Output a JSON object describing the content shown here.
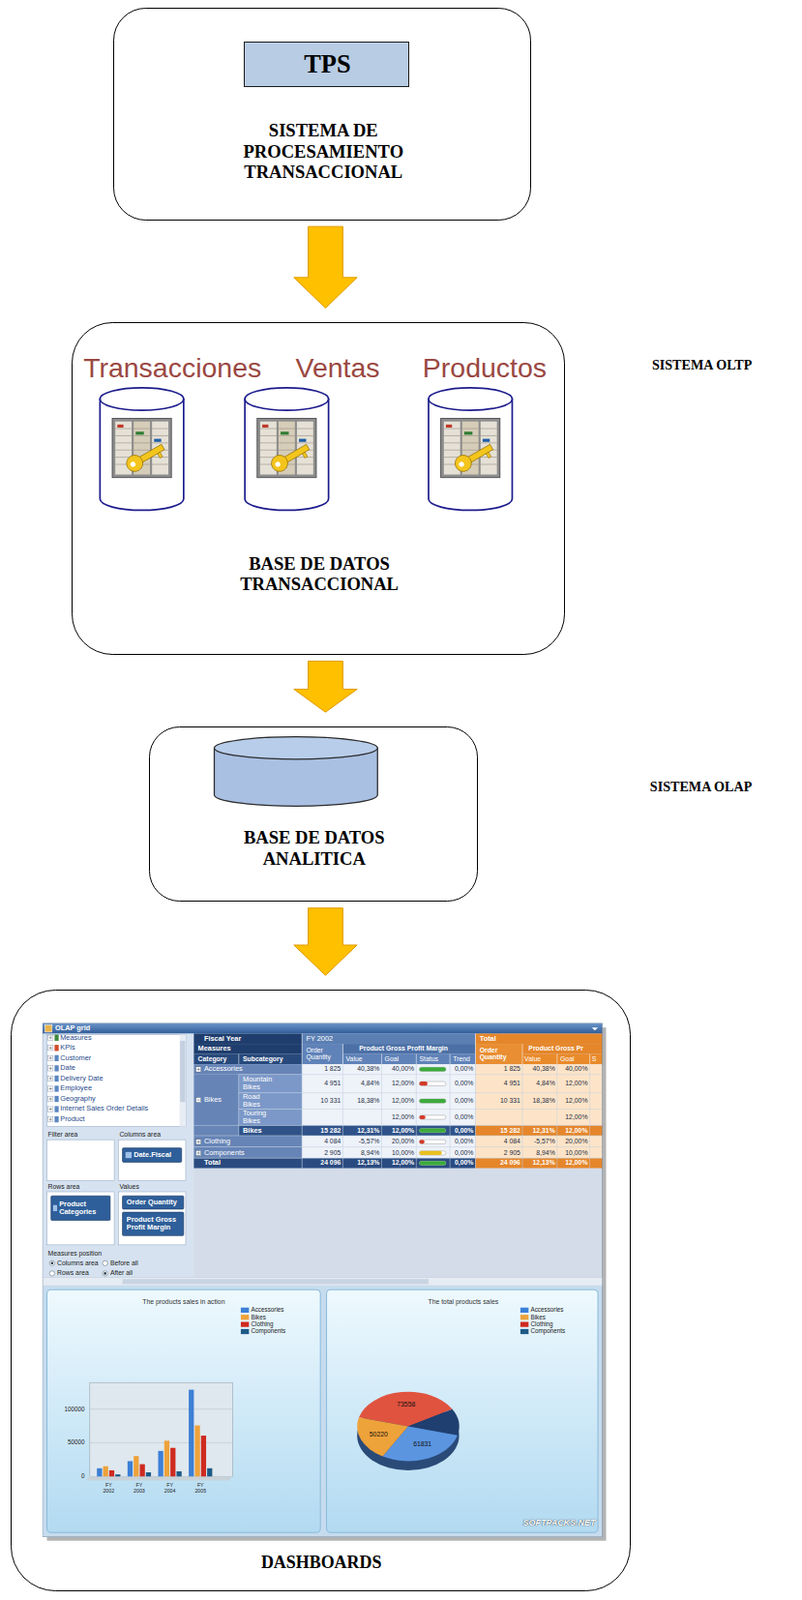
{
  "diagram": {
    "nodes": [
      {
        "text": [
          "SISTEMA DE PROCESAMIENTO TRANSACCIONAL"
        ]
      },
      {
        "text": [
          "TPS"
        ],
        "in": 0
      },
      {
        "text": [
          "BASE DE DATOS TRANSACCIONAL",
          "SISTEMA OLTP"
        ]
      },
      {
        "text": [
          "Transacciones"
        ],
        "in": 2
      },
      {
        "text": [
          "Ventas"
        ],
        "in": 2
      },
      {
        "text": [
          "Productos"
        ],
        "in": 2
      },
      {
        "text": [
          "BASE DE DATOS ANALITICA",
          "SISTEMA OLAP"
        ]
      },
      {
        "text": [
          "DASHBOARDS"
        ]
      }
    ],
    "edges": [
      {
        "from": 0,
        "to": 2,
        "arrow": "to"
      },
      {
        "from": 2,
        "to": 6,
        "arrow": "to"
      },
      {
        "from": 6,
        "to": 7,
        "arrow": "to"
      }
    ],
    "labels": [
      "OLAP grid",
      "Measures",
      "KPIs",
      "Customer",
      "Date",
      "Delivery Date",
      "Employee",
      "Geography",
      "Internet Sales Order Details",
      "Product",
      "Filter area",
      "Columns area",
      "Date.Fiscal",
      "Rows area",
      "Values",
      "Product Categories",
      "Order Quantity",
      "Product Gross Profit Margin",
      "Measures position",
      "Columns area",
      "Before all",
      "Rows area",
      "After all",
      "Fiscal Year",
      "FY 2002",
      "Total",
      "Measures",
      "Order Quantity",
      "Product Gross Profit Margin",
      "Order Quantity",
      "Product Gross Pr",
      "Category",
      "Subcategory",
      "Value",
      "Goal",
      "Status",
      "Trend",
      "Value",
      "Goal",
      "S",
      "Accessories",
      "Bikes",
      "Mountain Bikes",
      "Road Bikes",
      "Touring Bikes",
      "Bikes",
      "Clothing",
      "Components",
      "Total",
      "1 825",
      "40,38%",
      "40,00%",
      "0,00%",
      "1 825",
      "40,38%",
      "40,00%",
      "4 951",
      "4,84%",
      "12,00%",
      "0,00%",
      "4 951",
      "4,84%",
      "12,00%",
      "10 331",
      "18,38%",
      "12,00%",
      "0,00%",
      "10 331",
      "18,38%",
      "12,00%",
      "12,00%",
      "0,00%",
      "12,00%",
      "15 282",
      "12,31%",
      "12,00%",
      "0,00%",
      "15 282",
      "12,31%",
      "12,00%",
      "4 084",
      "-5,57%",
      "20,00%",
      "0,00%",
      "4 084",
      "-5,57%",
      "20,00%",
      "2 905",
      "8,94%",
      "10,00%",
      "0,00%",
      "2 905",
      "8,94%",
      "10,00%",
      "24 096",
      "12,13%",
      "12,00%",
      "0,00%",
      "24 096",
      "12,13%",
      "12,00%",
      "The products sales in action",
      "Accessories",
      "Bikes",
      "Clothing",
      "Components",
      "100000",
      "50000",
      "0",
      "FY 2002",
      "FY 2003",
      "FY 2004",
      "FY 2005",
      "The total products sales",
      "Accessories",
      "Bikes",
      "Clothing",
      "Components",
      "73558",
      "50220",
      "61831",
      "SOFTPACKS.NET"
    ]
  }
}
